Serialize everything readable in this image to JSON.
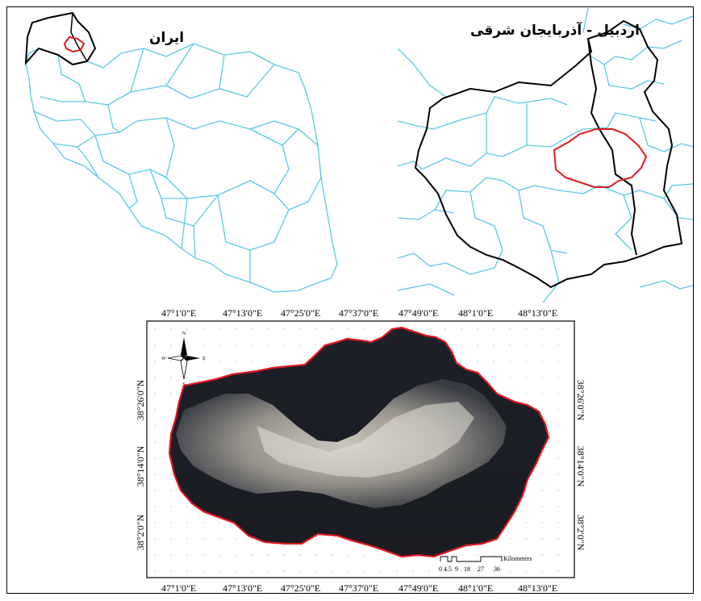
{
  "iran_map": {
    "title": "ایران"
  },
  "province_map": {
    "title": "اردبیل - آذربایجان شرقی"
  },
  "study_area_map": {
    "top_lon_labels": [
      "47°1'0\"E",
      "47°13'0\"E",
      "47°25'0\"E",
      "47°37'0\"E",
      "47°49'0\"E",
      "48°1'0\"E",
      "48°13'0\"E"
    ],
    "bottom_lon_labels": [
      "47°1'0\"E",
      "47°13'0\"E",
      "47°25'0\"E",
      "47°37'0\"E",
      "47°49'0\"E",
      "48°1'0\"E",
      "48°13'0\"E"
    ],
    "lat_labels": [
      "38°26'0\"N",
      "38°14'0\"N",
      "38°2'0\"N"
    ],
    "north_arrow": {
      "n": "N",
      "s": "S",
      "e": "E",
      "w": "W"
    },
    "scale_bar": {
      "unit": "Kilometers",
      "ticks": [
        "0",
        "4.5",
        "9",
        "18",
        "27",
        "36"
      ]
    }
  },
  "colors": {
    "boundary": "#5ac8e6",
    "highlight": "#e0191f",
    "outline": "#000000"
  }
}
